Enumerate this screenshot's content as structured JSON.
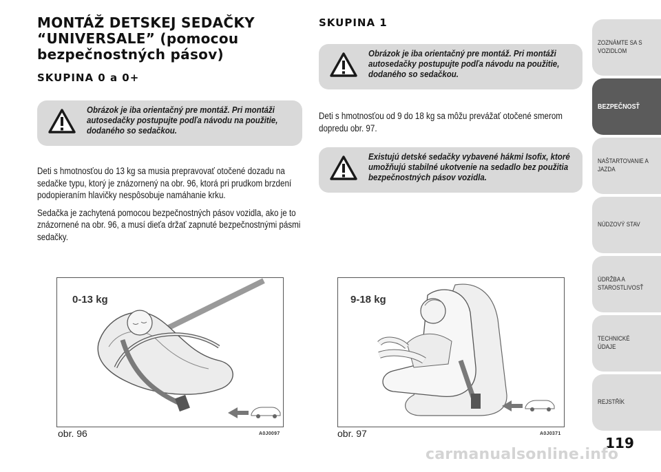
{
  "left_column": {
    "title_lines": [
      "MONTÁŽ DETSKEJ SEDAČKY",
      "“UNIVERSALE” (pomocou",
      "bezpečnostných pásov)"
    ],
    "subtitle": "SKUPINA 0 a 0+",
    "warning": "Obrázok je iba orientačný pre montáž. Pri montáži autosedačky postupujte podľa návodu na použitie, dodaného so sedačkou.",
    "paragraphs": [
      "Deti s hmotnosťou do 13 kg sa musia prepravovať otočené dozadu na sedačke typu, ktorý je znázornený na obr. 96, ktorá pri prudkom brzdení podopieraním hlavičky nespôsobuje namáhanie krku.",
      "Sedačka je zachytená pomocou bezpečnostných pásov vozidla, ako je to znázornené na obr. 96, a musí dieťa držať zapnuté bezpečnostnými pásmi sedačky."
    ],
    "figure": {
      "label": "0-13 kg",
      "caption": "obr. 96",
      "code": "A0J0097"
    }
  },
  "right_column": {
    "subtitle": "SKUPINA 1",
    "warning1": "Obrázok je iba orientačný pre montáž. Pri montáži autosedačky postupujte podľa návodu na použitie, dodaného so sedačkou.",
    "paragraph": "Deti s hmotnosťou od 9 do 18 kg sa môžu prevážať otočené smerom dopredu obr. 97.",
    "warning2": "Existujú detské sedačky vybavené hákmi Isofix, ktoré umožňujú stabilné ukotvenie na sedadlo bez použitia bezpečnostných pásov vozidla.",
    "figure": {
      "label": "9-18 kg",
      "caption": "obr. 97",
      "code": "A0J0371"
    }
  },
  "sidebar": {
    "tabs": [
      {
        "label": "ZOZNÁMTE SA S VOZIDLOM",
        "active": false
      },
      {
        "label": "BEZPEČNOSŤ",
        "active": true
      },
      {
        "label": "NAŠTARTOVANIE A JAZDA",
        "active": false
      },
      {
        "label": "NÚDZOVÝ STAV",
        "active": false
      },
      {
        "label": "ÚDRŽBA A STAROSTLIVOSŤ",
        "active": false
      },
      {
        "label": "TECHNICKÉ ÚDAJE",
        "active": false
      },
      {
        "label": "REJSTŘÍK",
        "active": false
      }
    ]
  },
  "page_number": "119",
  "watermark": "carmanualsonline.info",
  "colors": {
    "warning_bg": "#d9d9d9",
    "tab_bg": "#dcdcdc",
    "tab_active_bg": "#5b5b5b"
  }
}
